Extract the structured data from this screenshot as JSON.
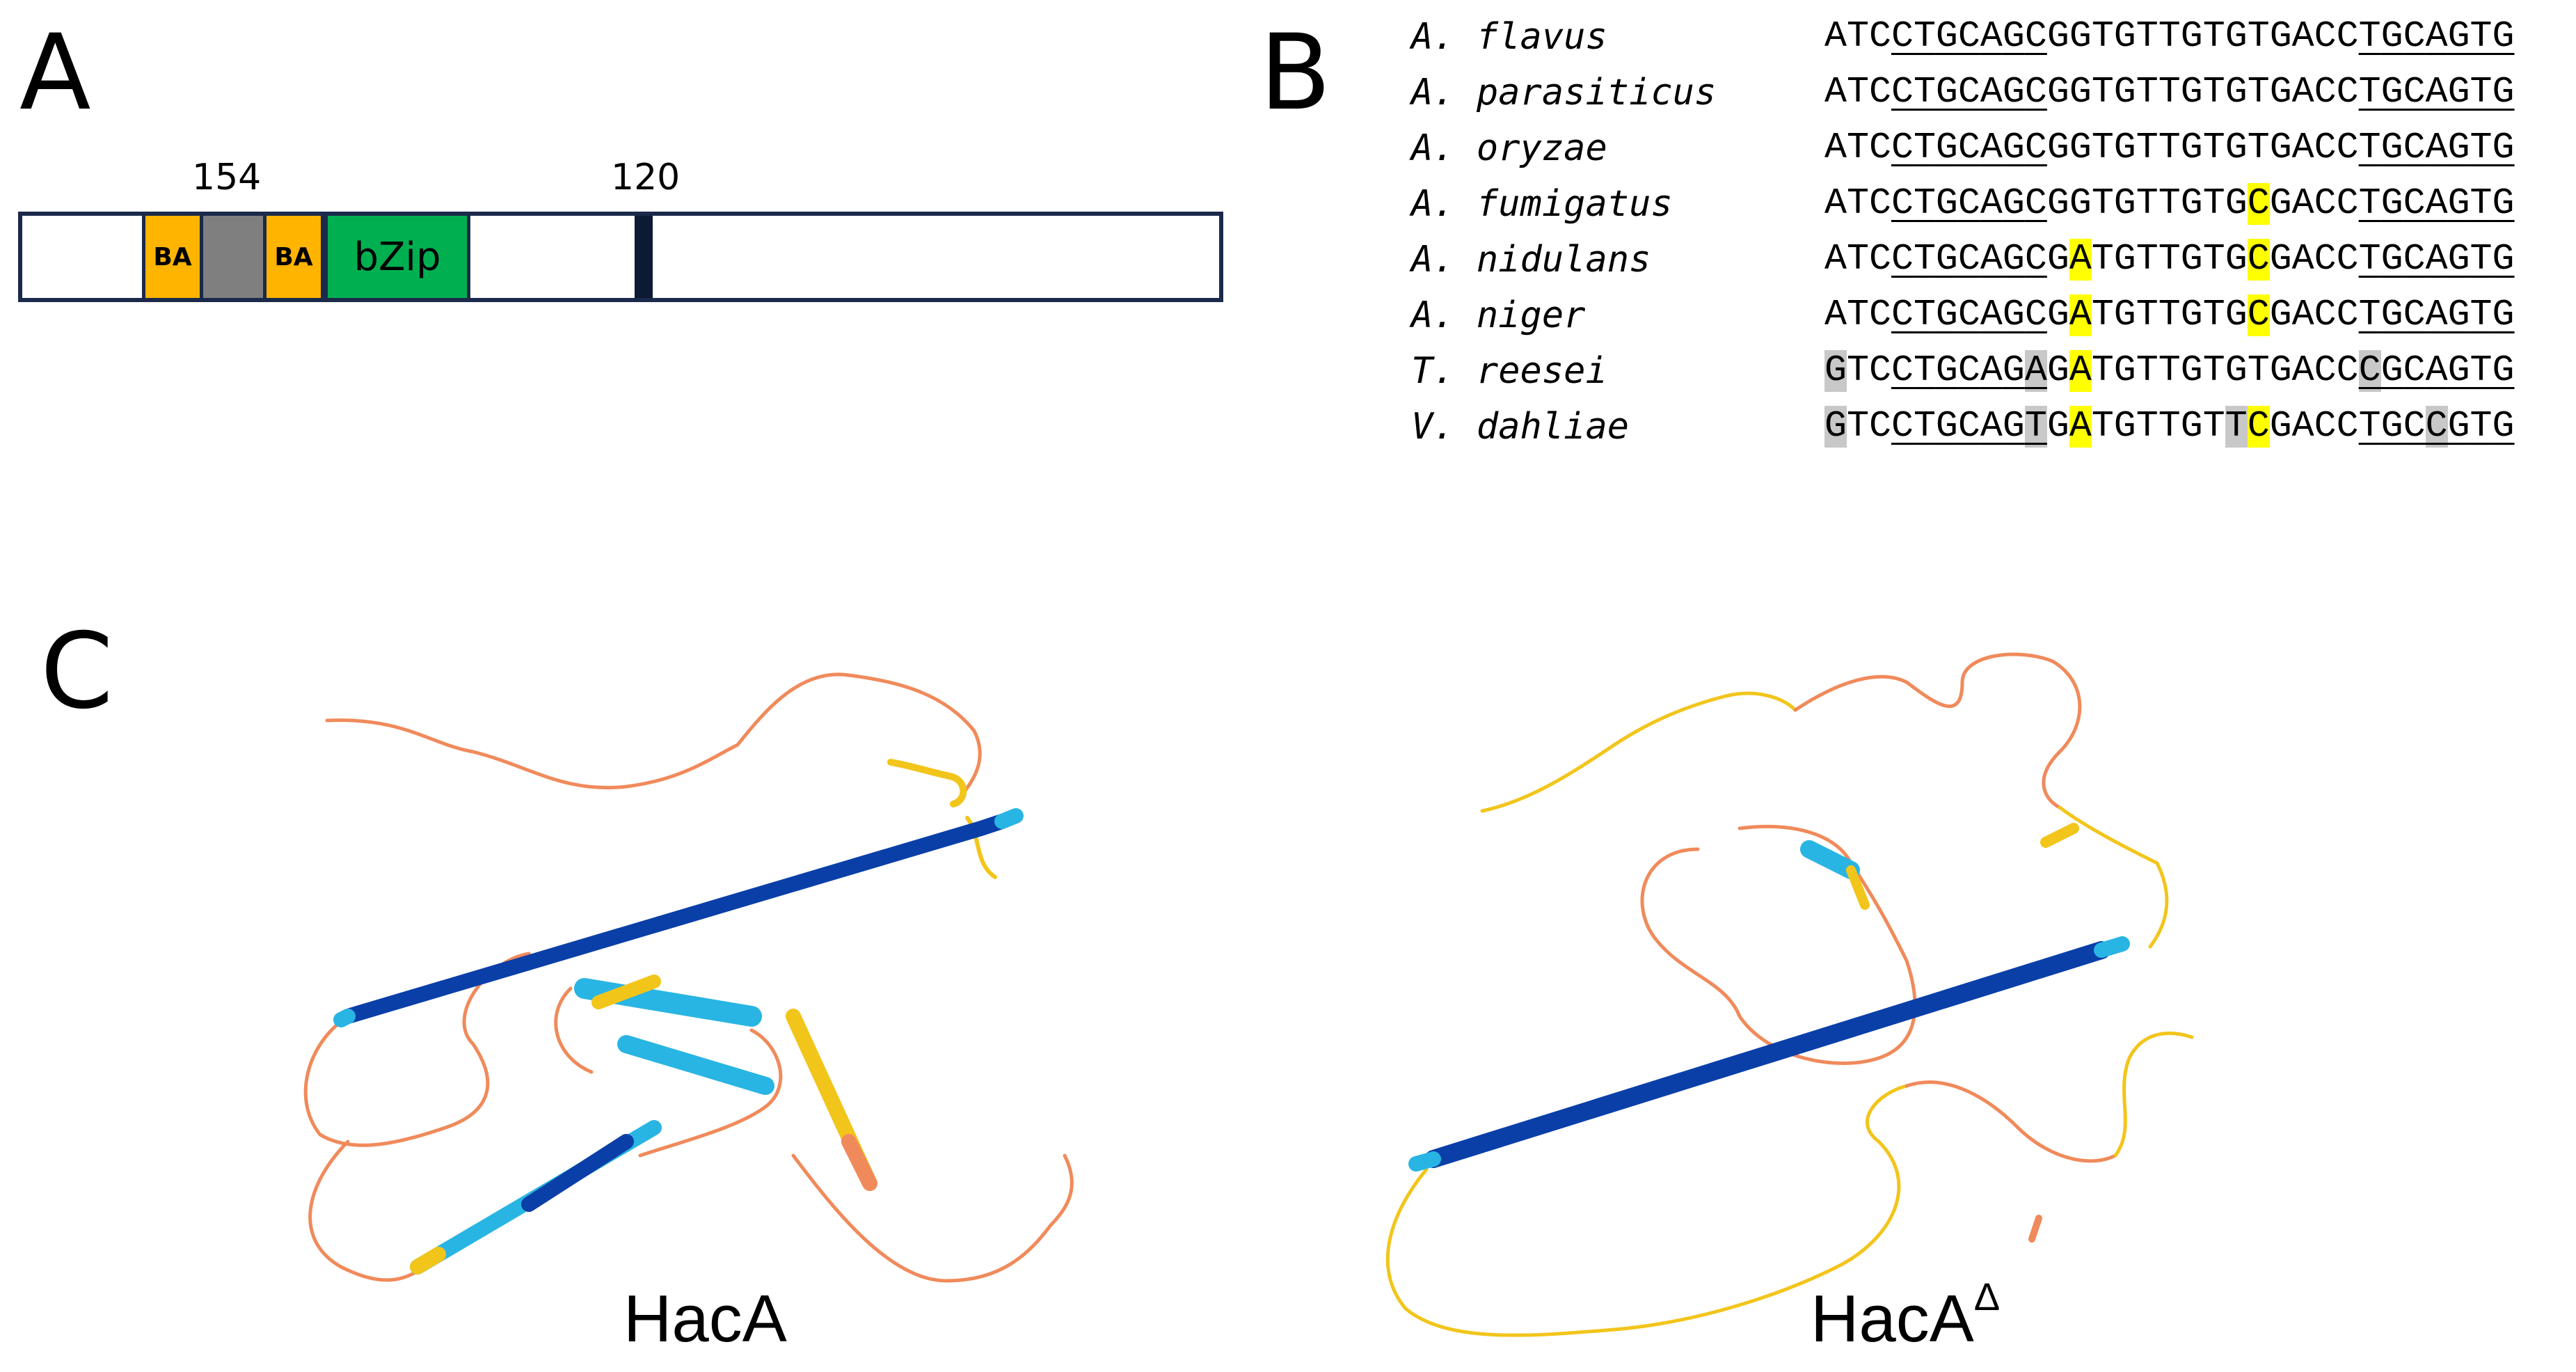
{
  "panels": {
    "a": {
      "letter": "A"
    },
    "b": {
      "letter": "B"
    },
    "c": {
      "letter": "C"
    }
  },
  "domains": {
    "position_left": "154",
    "position_right": "120",
    "ba1": "BA",
    "ba2": "BA",
    "bzip": "bZip"
  },
  "alignment": {
    "rows": [
      {
        "species": "A. flavus",
        "sequence": "ATCCTGCAGCGGTGTTGTGTGACCTGCAGTG"
      },
      {
        "species": "A. parasiticus",
        "sequence": "ATCCTGCAGCGGTGTTGTGTGACCTGCAGTG"
      },
      {
        "species": "A. oryzae",
        "sequence": "ATCCTGCAGCGGTGTTGTGTGACCTGCAGTG"
      },
      {
        "species": "A. fumigatus",
        "sequence": "ATCCTGCAGCGGTGTTGTGCGACCTGCAGTG"
      },
      {
        "species": "A. nidulans",
        "sequence": "ATCCTGCAGCGATGTTGTGCGACCTGCAGTG"
      },
      {
        "species": "A. niger",
        "sequence": "ATCCTGCAGCGATGTTGTGCGACCTGCAGTG"
      },
      {
        "species": "T. reesei",
        "sequence": "GTCCTGCAGAGATGTTGTGTGACCCGCAGTG"
      },
      {
        "species": "V. dahliae",
        "sequence": "GTCCTGCAGTGATGTTGTTCGACCTGCCGTG"
      }
    ],
    "yellow_highlights": [
      [
        3,
        19
      ],
      [
        4,
        11
      ],
      [
        4,
        19
      ],
      [
        5,
        11
      ],
      [
        5,
        19
      ],
      [
        6,
        11
      ],
      [
        7,
        11
      ],
      [
        7,
        19
      ]
    ],
    "gray_highlights": [
      [
        6,
        0
      ],
      [
        6,
        9
      ],
      [
        6,
        24
      ],
      [
        7,
        0
      ],
      [
        7,
        9
      ],
      [
        7,
        18
      ],
      [
        7,
        27
      ]
    ],
    "underline_ranges": [
      [
        3,
        9
      ],
      [
        24,
        30
      ]
    ],
    "underline_rows": [
      0,
      1,
      2,
      3,
      4,
      5,
      6,
      7
    ],
    "colors": {
      "yellow": "#ffff00",
      "gray": "#c8c8c8"
    }
  },
  "structures": {
    "haca_label": "HacA",
    "hacad_label": "HacA",
    "hacad_superscript": "Δ",
    "colors": {
      "very_high": "#0a3fa8",
      "confident": "#29b5e3",
      "low": "#f2c51b",
      "very_low": "#f08a5b"
    }
  }
}
